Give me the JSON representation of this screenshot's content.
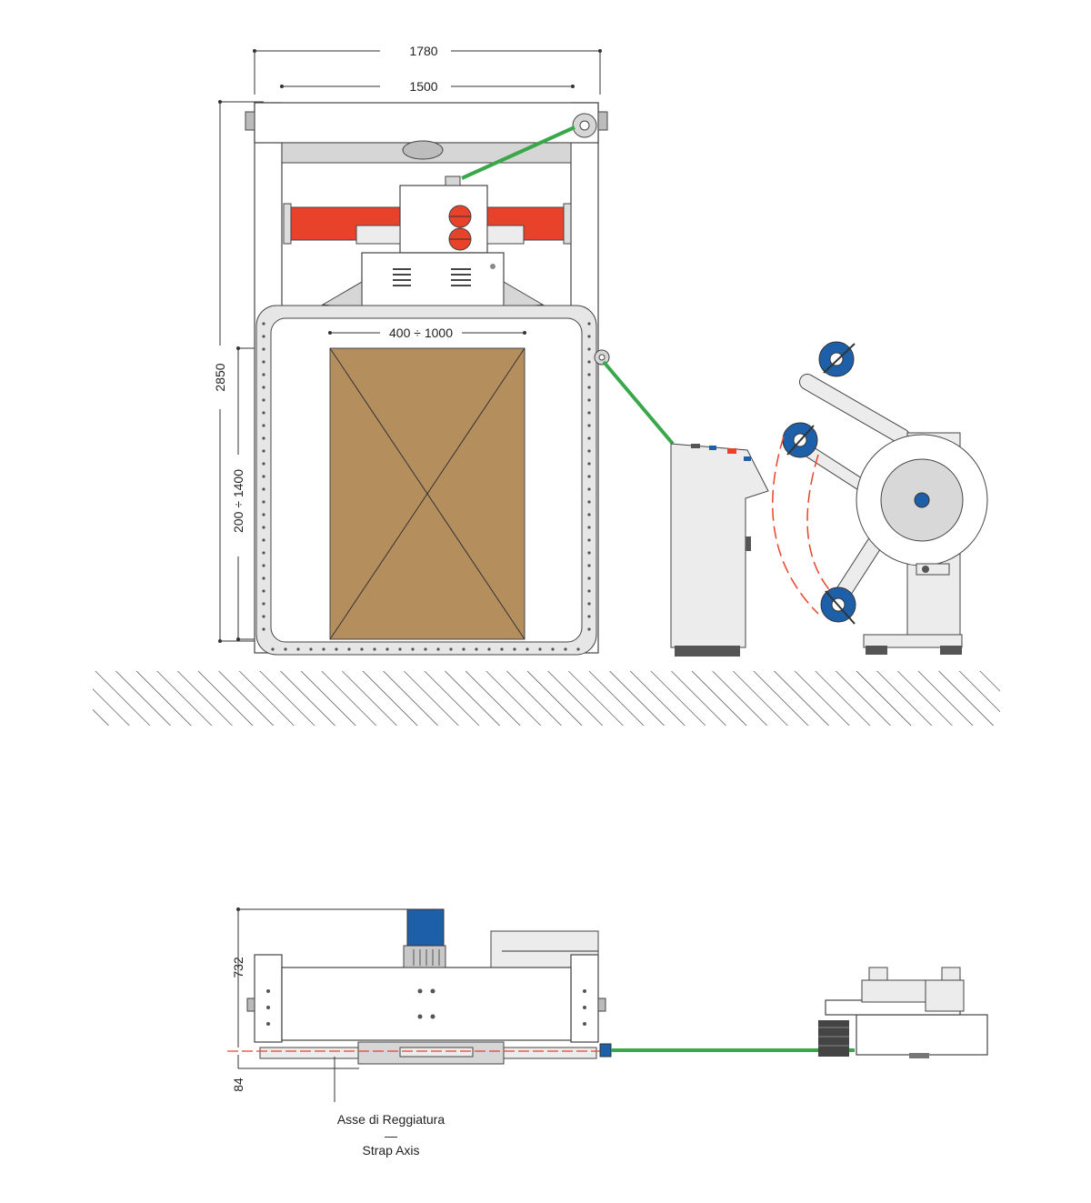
{
  "dimensions": {
    "overall_width": "1780",
    "inner_width": "1500",
    "overall_height": "2850",
    "pack_width_range": "400 ÷ 1000",
    "pack_height_range": "200 ÷ 1400",
    "top_view_height": "732",
    "strap_axis_height": "84"
  },
  "strap_axis": {
    "label_it": "Asse di Reggiatura",
    "separator": "—",
    "label_en": "Strap Axis"
  },
  "colors": {
    "strap": "#3aa84a",
    "arch_arm": "#e8432a",
    "package": "#b58e5e",
    "motor": "#1d5fa8",
    "reel_hub": "#1d5fa8",
    "reel_disc": "#d8d8d8",
    "dashed_path": "#e8432a"
  },
  "icons": {
    "motor": "motor-icon",
    "reel": "strap-reel-icon",
    "control_panel": "control-panel-icon"
  }
}
